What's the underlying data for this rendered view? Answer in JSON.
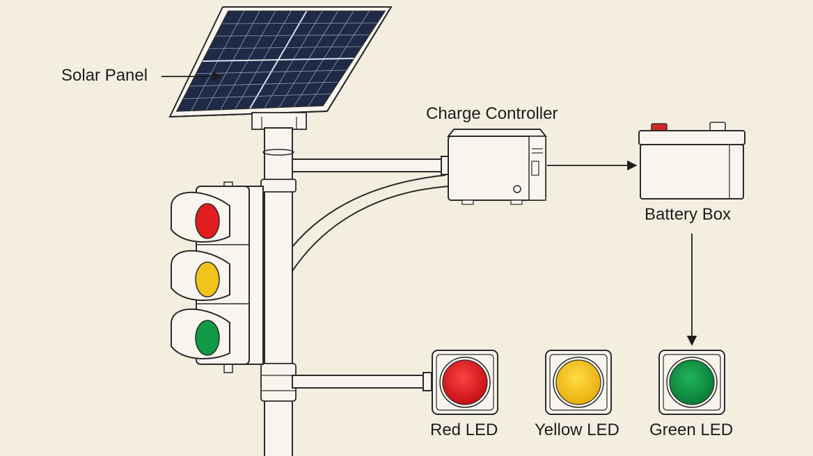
{
  "labels": {
    "solar_panel": "Solar Panel",
    "charge_controller": "Charge Controller",
    "battery_box": "Battery Box",
    "red_led": "Red LED",
    "yellow_led": "Yellow LED",
    "green_led": "Green LED"
  },
  "colors": {
    "background": "#f3eee0",
    "line": "#2a2a2a",
    "panel_cell": "#1f2b46",
    "red": "#e11d20",
    "yellow": "#f2c31d",
    "green": "#109a46",
    "battery_terminal": "#d62828"
  }
}
